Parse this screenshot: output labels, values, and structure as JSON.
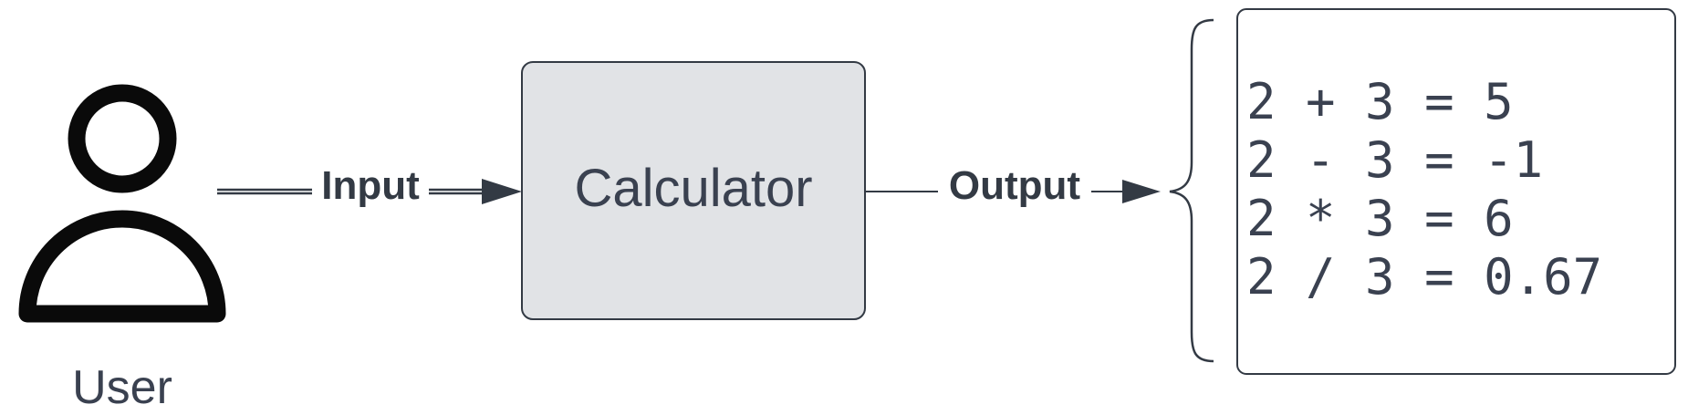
{
  "actor": {
    "label": "User",
    "icon": "person-icon"
  },
  "edges": {
    "input_label": "Input",
    "output_label": "Output"
  },
  "process": {
    "label": "Calculator"
  },
  "output_lines": [
    "2 + 3 = 5",
    "2 - 3 = -1",
    "2 * 3 = 6",
    "2 / 3 = 0.67"
  ],
  "colors": {
    "stroke": "#333a44",
    "box_fill": "#e1e3e6",
    "text": "#3a4150",
    "icon": "#0a0a0a"
  }
}
